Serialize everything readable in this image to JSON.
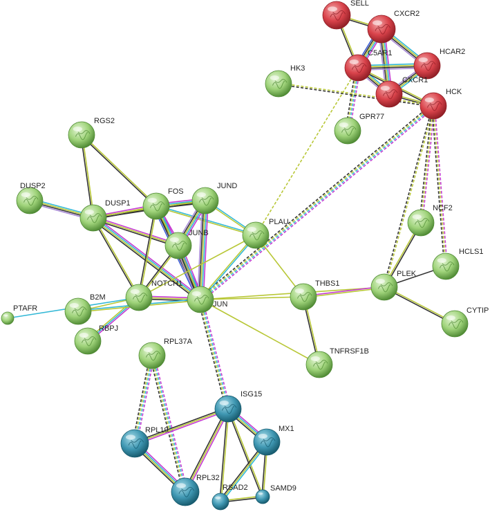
{
  "network": {
    "clusters": {
      "red": {
        "base": "#d9434b",
        "light": "#f2a3a5",
        "dark": "#8f1e25"
      },
      "green": {
        "base": "#9fd37a",
        "light": "#e3f5d4",
        "dark": "#4f8a34"
      },
      "teal": {
        "base": "#3f97b2",
        "light": "#a6dbe8",
        "dark": "#175a6d"
      }
    },
    "edge_colors": {
      "experiments": "#c43ad1",
      "databases": "#33b8d6",
      "textmining": "#b8c736",
      "coexpression": "#333333",
      "neighborhood": "#3a5bd4",
      "cooccurrence": "#2e9e47",
      "homology": "#a98bd6"
    },
    "nodes": [
      {
        "id": "SELL",
        "label": "SELL",
        "cluster": "red"
      },
      {
        "id": "CXCR2",
        "label": "CXCR2",
        "cluster": "red"
      },
      {
        "id": "C5AR1",
        "label": "C5AR1",
        "cluster": "red"
      },
      {
        "id": "HCAR2",
        "label": "HCAR2",
        "cluster": "red"
      },
      {
        "id": "CXCR1",
        "label": "CXCR1",
        "cluster": "red"
      },
      {
        "id": "HCK",
        "label": "HCK",
        "cluster": "red"
      },
      {
        "id": "HK3",
        "label": "HK3",
        "cluster": "green"
      },
      {
        "id": "GPR77",
        "label": "GPR77",
        "cluster": "green"
      },
      {
        "id": "RGS2",
        "label": "RGS2",
        "cluster": "green"
      },
      {
        "id": "DUSP2",
        "label": "DUSP2",
        "cluster": "green"
      },
      {
        "id": "DUSP1",
        "label": "DUSP1",
        "cluster": "green"
      },
      {
        "id": "FOS",
        "label": "FOS",
        "cluster": "green"
      },
      {
        "id": "JUND",
        "label": "JUND",
        "cluster": "green"
      },
      {
        "id": "JUNB",
        "label": "JUNB",
        "cluster": "green"
      },
      {
        "id": "PLAU",
        "label": "PLAU",
        "cluster": "green"
      },
      {
        "id": "NCF2",
        "label": "NCF2",
        "cluster": "green"
      },
      {
        "id": "HCLS1",
        "label": "HCLS1",
        "cluster": "green"
      },
      {
        "id": "PLEK",
        "label": "PLEK",
        "cluster": "green"
      },
      {
        "id": "CYTIP",
        "label": "CYTIP",
        "cluster": "green"
      },
      {
        "id": "THBS1",
        "label": "THBS1",
        "cluster": "green"
      },
      {
        "id": "NOTCH1",
        "label": "NOTCH1",
        "cluster": "green"
      },
      {
        "id": "JUN",
        "label": "JUN",
        "cluster": "green"
      },
      {
        "id": "B2M",
        "label": "B2M",
        "cluster": "green"
      },
      {
        "id": "PTAFR",
        "label": "PTAFR",
        "cluster": "green"
      },
      {
        "id": "RBPJ",
        "label": "RBPJ",
        "cluster": "green"
      },
      {
        "id": "TNFRSF1B",
        "label": "TNFRSF1B",
        "cluster": "green"
      },
      {
        "id": "RPL37A",
        "label": "RPL37A",
        "cluster": "green"
      },
      {
        "id": "ISG15",
        "label": "ISG15",
        "cluster": "teal"
      },
      {
        "id": "MX1",
        "label": "MX1",
        "cluster": "teal"
      },
      {
        "id": "RPL19",
        "label": "RPL19",
        "cluster": "teal"
      },
      {
        "id": "RPL32",
        "label": "RPL32",
        "cluster": "teal"
      },
      {
        "id": "RSAD2",
        "label": "RSAD2",
        "cluster": "teal"
      },
      {
        "id": "SAMD9",
        "label": "SAMD9",
        "cluster": "teal"
      }
    ],
    "edges": [
      {
        "source": "SELL",
        "target": "CXCR2",
        "types": [
          "textmining",
          "coexpression"
        ]
      },
      {
        "source": "SELL",
        "target": "C5AR1",
        "types": [
          "textmining",
          "coexpression"
        ]
      },
      {
        "source": "CXCR2",
        "target": "C5AR1",
        "types": [
          "experiments",
          "databases",
          "textmining",
          "coexpression",
          "neighborhood"
        ]
      },
      {
        "source": "CXCR2",
        "target": "HCAR2",
        "types": [
          "databases",
          "textmining",
          "coexpression",
          "homology"
        ]
      },
      {
        "source": "CXCR2",
        "target": "CXCR1",
        "types": [
          "experiments",
          "databases",
          "textmining",
          "coexpression",
          "homology"
        ]
      },
      {
        "source": "C5AR1",
        "target": "HCAR2",
        "types": [
          "databases",
          "textmining",
          "coexpression",
          "homology"
        ]
      },
      {
        "source": "C5AR1",
        "target": "CXCR1",
        "types": [
          "databases",
          "textmining",
          "coexpression",
          "homology"
        ]
      },
      {
        "source": "HCAR2",
        "target": "CXCR1",
        "types": [
          "databases",
          "textmining",
          "coexpression",
          "homology"
        ]
      },
      {
        "source": "CXCR1",
        "target": "HCK",
        "types": [
          "textmining",
          "coexpression"
        ]
      },
      {
        "source": "C5AR1",
        "target": "HCK",
        "types": [
          "textmining",
          "coexpression"
        ]
      },
      {
        "source": "C5AR1",
        "target": "GPR77",
        "types": [
          "experiments",
          "databases",
          "textmining",
          "coexpression"
        ],
        "dashed": true
      },
      {
        "source": "HK3",
        "target": "HCK",
        "types": [
          "textmining",
          "coexpression"
        ],
        "dashed": true
      },
      {
        "source": "HCK",
        "target": "JUN",
        "types": [
          "experiments",
          "databases",
          "textmining",
          "coexpression"
        ],
        "dashed": true
      },
      {
        "source": "HCK",
        "target": "PLEK",
        "types": [
          "textmining",
          "coexpression"
        ],
        "dashed": true
      },
      {
        "source": "HCK",
        "target": "NCF2",
        "types": [
          "experiments",
          "textmining",
          "coexpression"
        ],
        "dashed": true
      },
      {
        "source": "HCK",
        "target": "HCLS1",
        "types": [
          "experiments",
          "textmining",
          "coexpression"
        ],
        "dashed": true
      },
      {
        "source": "C5AR1",
        "target": "PLAU",
        "types": [
          "textmining"
        ],
        "dashed": true
      },
      {
        "source": "RGS2",
        "target": "DUSP1",
        "types": [
          "textmining",
          "coexpression"
        ]
      },
      {
        "source": "RGS2",
        "target": "FOS",
        "types": [
          "textmining",
          "coexpression"
        ]
      },
      {
        "source": "DUSP2",
        "target": "DUSP1",
        "types": [
          "databases",
          "textmining",
          "coexpression",
          "homology"
        ]
      },
      {
        "source": "DUSP1",
        "target": "FOS",
        "types": [
          "experiments",
          "textmining",
          "coexpression"
        ]
      },
      {
        "source": "DUSP1",
        "target": "JUN",
        "types": [
          "experiments",
          "databases",
          "textmining",
          "coexpression"
        ]
      },
      {
        "source": "DUSP1",
        "target": "NOTCH1",
        "types": [
          "textmining",
          "coexpression"
        ]
      },
      {
        "source": "DUSP1",
        "target": "JUNB",
        "types": [
          "experiments",
          "textmining",
          "coexpression"
        ]
      },
      {
        "source": "DUSP1",
        "target": "JUND",
        "types": [
          "textmining",
          "coexpression"
        ]
      },
      {
        "source": "FOS",
        "target": "JUND",
        "types": [
          "experiments",
          "databases",
          "textmining",
          "coexpression"
        ]
      },
      {
        "source": "FOS",
        "target": "JUNB",
        "types": [
          "experiments",
          "databases",
          "textmining",
          "coexpression"
        ]
      },
      {
        "source": "FOS",
        "target": "JUN",
        "types": [
          "experiments",
          "databases",
          "textmining",
          "coexpression",
          "neighborhood"
        ]
      },
      {
        "source": "FOS",
        "target": "PLAU",
        "types": [
          "databases",
          "textmining"
        ]
      },
      {
        "source": "FOS",
        "target": "NOTCH1",
        "types": [
          "textmining",
          "coexpression"
        ]
      },
      {
        "source": "JUND",
        "target": "JUNB",
        "types": [
          "experiments",
          "databases",
          "textmining",
          "coexpression",
          "homology"
        ]
      },
      {
        "source": "JUND",
        "target": "JUN",
        "types": [
          "experiments",
          "databases",
          "textmining",
          "coexpression",
          "homology"
        ]
      },
      {
        "source": "JUND",
        "target": "PLAU",
        "types": [
          "databases",
          "textmining"
        ]
      },
      {
        "source": "JUNB",
        "target": "JUN",
        "types": [
          "experiments",
          "databases",
          "textmining",
          "coexpression",
          "homology"
        ]
      },
      {
        "source": "JUNB",
        "target": "NOTCH1",
        "types": [
          "textmining",
          "coexpression"
        ]
      },
      {
        "source": "PLAU",
        "target": "JUN",
        "types": [
          "databases",
          "textmining"
        ]
      },
      {
        "source": "PLAU",
        "target": "THBS1",
        "types": [
          "textmining"
        ]
      },
      {
        "source": "PLAU",
        "target": "NOTCH1",
        "types": [
          "textmining"
        ]
      },
      {
        "source": "NOTCH1",
        "target": "JUN",
        "types": [
          "experiments",
          "textmining",
          "coexpression"
        ]
      },
      {
        "source": "NOTCH1",
        "target": "B2M",
        "types": [
          "textmining"
        ]
      },
      {
        "source": "NOTCH1",
        "target": "RBPJ",
        "types": [
          "experiments",
          "databases",
          "textmining"
        ]
      },
      {
        "source": "B2M",
        "target": "JUN",
        "types": [
          "databases",
          "textmining"
        ]
      },
      {
        "source": "PTAFR",
        "target": "NOTCH1",
        "types": [
          "databases"
        ]
      },
      {
        "source": "JUN",
        "target": "THBS1",
        "types": [
          "textmining"
        ]
      },
      {
        "source": "JUN",
        "target": "PLEK",
        "types": [
          "textmining"
        ]
      },
      {
        "source": "JUN",
        "target": "TNFRSF1B",
        "types": [
          "textmining"
        ]
      },
      {
        "source": "JUN",
        "target": "ISG15",
        "types": [
          "experiments",
          "databases",
          "textmining",
          "coexpression"
        ],
        "dashed": true
      },
      {
        "source": "THBS1",
        "target": "TNFRSF1B",
        "types": [
          "textmining",
          "coexpression"
        ]
      },
      {
        "source": "THBS1",
        "target": "PLEK",
        "types": [
          "experiments",
          "textmining"
        ]
      },
      {
        "source": "PLEK",
        "target": "NCF2",
        "types": [
          "textmining",
          "coexpression"
        ]
      },
      {
        "source": "PLEK",
        "target": "HCLS1",
        "types": [
          "coexpression"
        ]
      },
      {
        "source": "PLEK",
        "target": "CYTIP",
        "types": [
          "textmining",
          "coexpression"
        ]
      },
      {
        "source": "RPL37A",
        "target": "RPL19",
        "types": [
          "experiments",
          "databases",
          "textmining",
          "coexpression"
        ],
        "dashed": true
      },
      {
        "source": "RPL37A",
        "target": "RPL32",
        "types": [
          "experiments",
          "databases",
          "textmining",
          "coexpression"
        ],
        "dashed": true
      },
      {
        "source": "RPL19",
        "target": "RPL32",
        "types": [
          "experiments",
          "databases",
          "textmining",
          "coexpression"
        ]
      },
      {
        "source": "ISG15",
        "target": "RPL19",
        "types": [
          "experiments",
          "textmining",
          "coexpression"
        ]
      },
      {
        "source": "ISG15",
        "target": "RPL32",
        "types": [
          "experiments",
          "textmining",
          "coexpression"
        ]
      },
      {
        "source": "ISG15",
        "target": "MX1",
        "types": [
          "experiments",
          "databases",
          "textmining",
          "coexpression"
        ]
      },
      {
        "source": "ISG15",
        "target": "RSAD2",
        "types": [
          "textmining",
          "coexpression"
        ]
      },
      {
        "source": "ISG15",
        "target": "SAMD9",
        "types": [
          "textmining",
          "coexpression"
        ]
      },
      {
        "source": "MX1",
        "target": "RSAD2",
        "types": [
          "databases",
          "textmining",
          "coexpression"
        ]
      },
      {
        "source": "MX1",
        "target": "SAMD9",
        "types": [
          "textmining",
          "coexpression"
        ]
      },
      {
        "source": "RSAD2",
        "target": "SAMD9",
        "types": [
          "textmining",
          "coexpression"
        ]
      }
    ]
  }
}
